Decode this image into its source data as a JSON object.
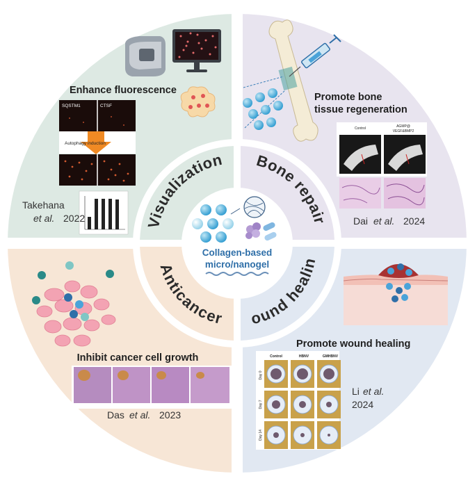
{
  "colors": {
    "q_top_left": "#dde9e3",
    "q_top_right": "#e8e4ef",
    "q_bottom_left": "#f7e6d6",
    "q_bottom_right": "#e1e8f2",
    "ring": "#ffffff",
    "center_title": "#2f6fa8"
  },
  "center": {
    "line1": "Collagen-based",
    "line2": "micro/nanogel"
  },
  "sections": {
    "visualization": "Visualization",
    "bone_repair": "Bone repair",
    "anticancer": "Anticancer",
    "wound_healing": "Wound healing"
  },
  "top_left": {
    "heading": "Enhance fluorescence",
    "panel_label_1": "SQSTM1",
    "panel_label_2": "CTSF",
    "arrow_label": "Autophagy induction",
    "cite_name": "Takehana",
    "cite_etal": "et al.",
    "cite_year": "2022"
  },
  "top_right": {
    "heading_line1": "Promote bone",
    "heading_line2": "tissue regeneration",
    "col_control": "Control",
    "col_treat_1": "AGMP@",
    "col_treat_2": "VEGF&BMP2",
    "cite_name": "Dai",
    "cite_etal": "et al.",
    "cite_year": "2024"
  },
  "bottom_left": {
    "heading": "Inhibit cancer cell growth",
    "cite_name": "Das",
    "cite_etal": "et al.",
    "cite_year": "2023"
  },
  "bottom_right": {
    "heading": "Promote wound healing",
    "col_1": "Control",
    "col_2": "HBNV",
    "col_3": "GMHBNV",
    "row_1": "Day 0",
    "row_2": "Day 7",
    "row_3": "Day 14",
    "cite_name": "Li",
    "cite_etal": "et al.",
    "cite_year": "2024"
  },
  "icons": [
    "imaging-system-icon",
    "monitor-icon",
    "bone-icon",
    "syringe-icon",
    "microgel-cluster-icon",
    "tumor-cells-icon",
    "skin-wound-icon",
    "collagen-fiber-icon"
  ]
}
